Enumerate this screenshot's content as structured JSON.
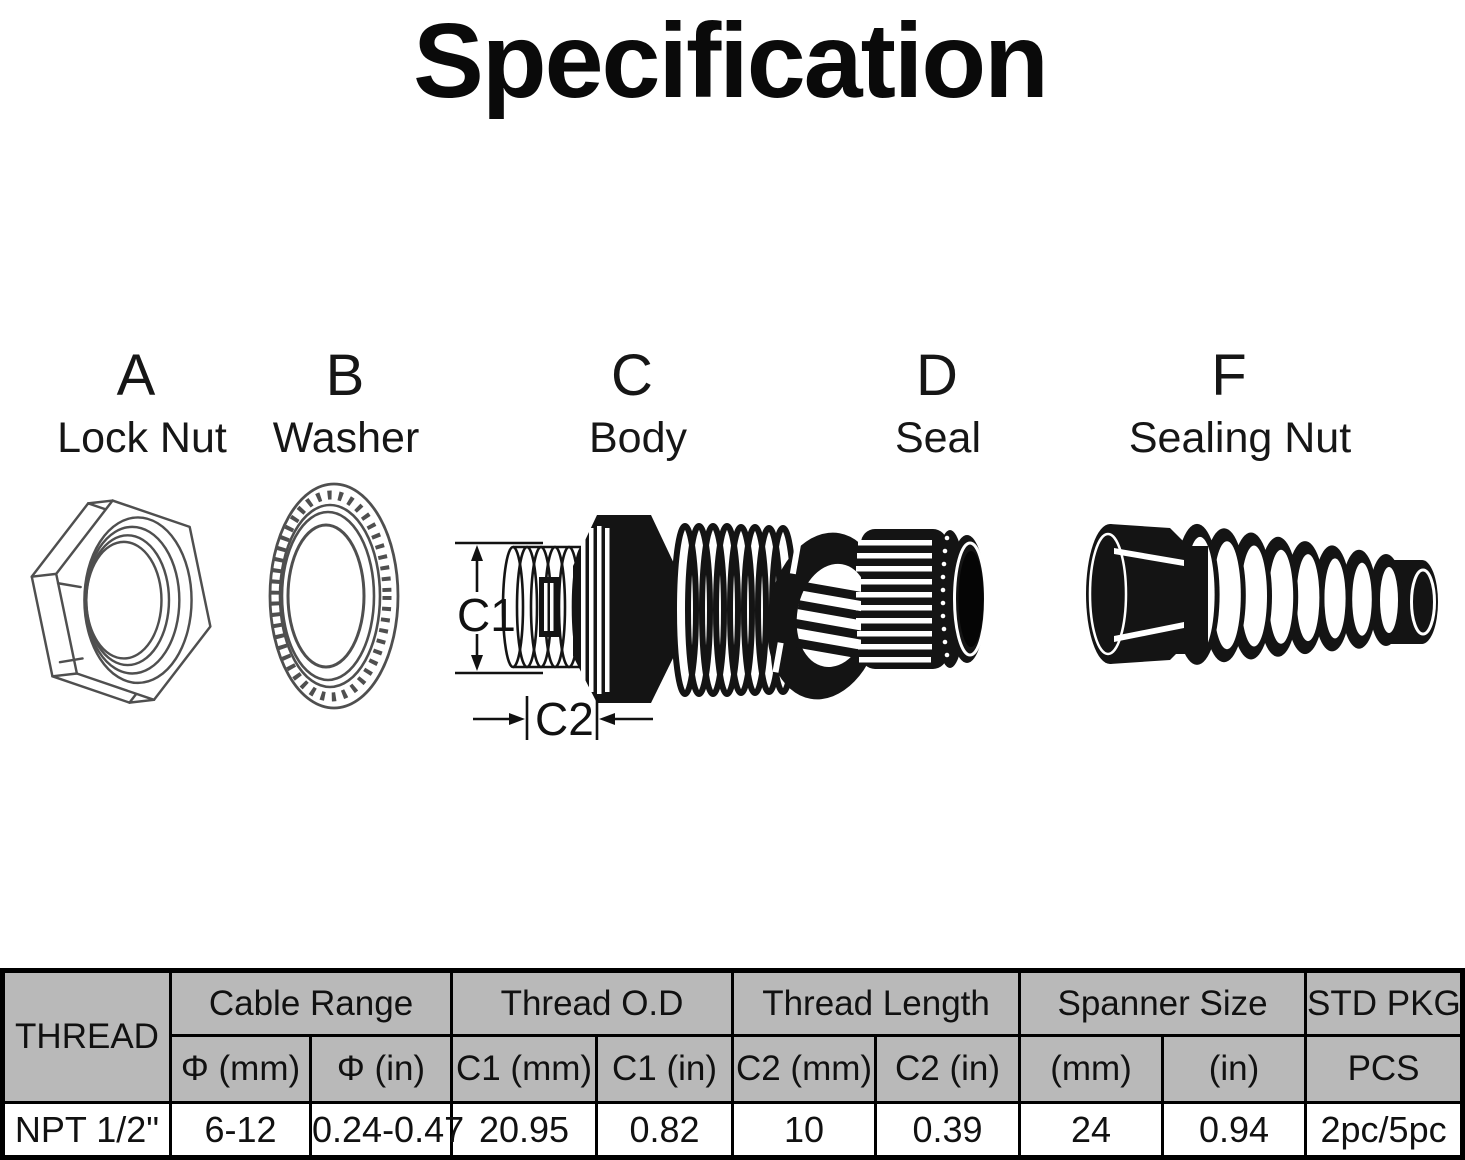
{
  "title": "Specification",
  "parts": [
    {
      "letter": "A",
      "name": "Lock Nut"
    },
    {
      "letter": "B",
      "name": "Washer"
    },
    {
      "letter": "C",
      "name": "Body"
    },
    {
      "letter": "D",
      "name": "Seal"
    },
    {
      "letter": "F",
      "name": "Sealing Nut"
    }
  ],
  "dimensions": {
    "c1": "C1",
    "c2": "C2"
  },
  "table": {
    "col_thread": "THREAD",
    "groups": [
      {
        "label": "Cable Range",
        "sub": [
          "Φ (mm)",
          "Φ (in)"
        ]
      },
      {
        "label": "Thread O.D",
        "sub": [
          "C1 (mm)",
          "C1 (in)"
        ]
      },
      {
        "label": "Thread Length",
        "sub": [
          "C2 (mm)",
          "C2 (in)"
        ]
      },
      {
        "label": "Spanner Size",
        "sub": [
          "(mm)",
          "(in)"
        ]
      },
      {
        "label": "STD PKG",
        "sub": [
          "PCS"
        ]
      }
    ],
    "rows": [
      [
        "NPT 1/2\"",
        "6-12",
        "0.24-0.47",
        "20.95",
        "0.82",
        "10",
        "0.39",
        "24",
        "0.94",
        "2pc/5pc"
      ]
    ]
  },
  "colors": {
    "header_bg": "#b9b9b9",
    "border": "#000000",
    "ink": "#111111",
    "line_art": "#4f4f4f"
  }
}
